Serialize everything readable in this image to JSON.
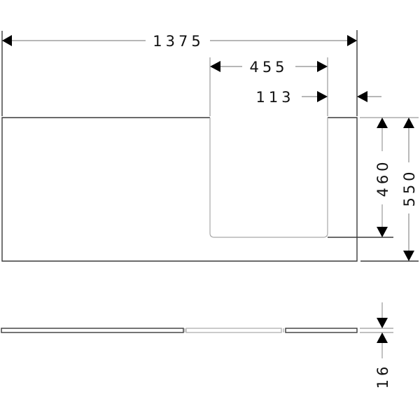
{
  "drawing": {
    "type": "technical-dimension-drawing",
    "views": [
      "top-view",
      "side-profile"
    ],
    "dimensions": {
      "overall_width": "1375",
      "cutout_width": "455",
      "cutout_offset_right": "113",
      "cutout_depth": "460",
      "overall_depth": "550",
      "thickness": "16"
    }
  }
}
